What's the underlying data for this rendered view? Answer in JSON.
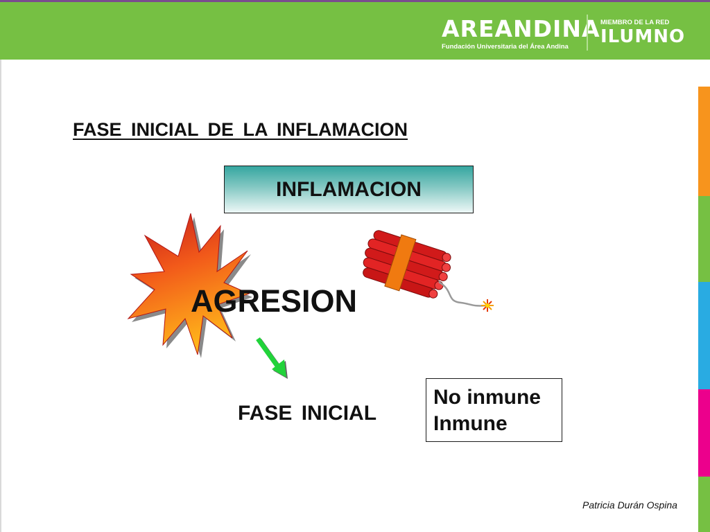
{
  "header": {
    "brand_name": "AREANDINA",
    "brand_subtitle": "Fundación Universitaria del Área Andina",
    "network_label": "MIEMBRO DE LA RED",
    "network_name": "ILUMNO"
  },
  "slide": {
    "title": "FASE INICIAL DE LA INFLAMACION",
    "top_box": "INFLAMACION",
    "center_label": "AGRESION",
    "bottom_label": "FASE INICIAL",
    "immune_box": [
      "No inmune",
      "Inmune"
    ],
    "footer": "Patricia Durán Ospina"
  },
  "icons": [
    "starburst-icon",
    "dynamite-icon",
    "green-arrow-icon"
  ],
  "colors": {
    "header": "#76c043",
    "stripes": [
      "#f7941d",
      "#76c043",
      "#29abe2",
      "#ec008c",
      "#76c043"
    ]
  }
}
